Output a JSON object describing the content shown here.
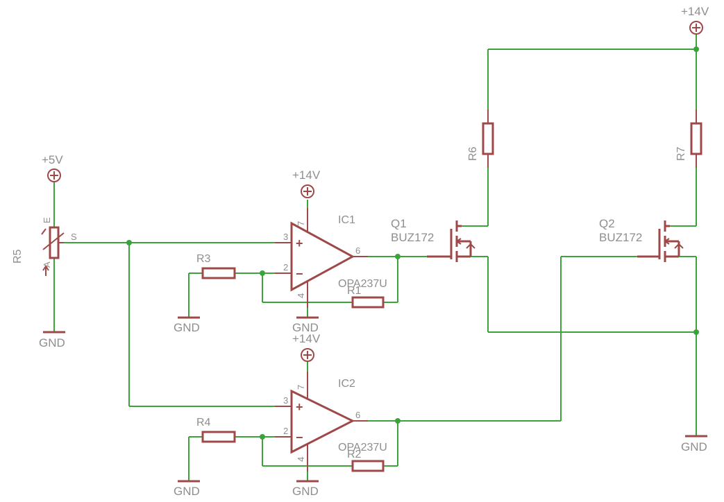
{
  "supplies": {
    "p5v": "+5V",
    "p14v_top": "+14V",
    "p14v_ic1": "+14V",
    "p14v_ic2": "+14V"
  },
  "grounds": {
    "gnd_r5": "GND",
    "gnd_r3": "GND",
    "gnd_ic1": "GND",
    "gnd_r4": "GND",
    "gnd_ic2": "GND",
    "gnd_out": "GND"
  },
  "parts": {
    "r5": {
      "name": "R5",
      "pin_e": "E",
      "pin_a": "A",
      "pin_s": "S"
    },
    "r1": "R1",
    "r2": "R2",
    "r3": "R3",
    "r4": "R4",
    "r6": "R6",
    "r7": "R7",
    "ic1": {
      "name": "IC1",
      "value": "OPA237U",
      "pins": [
        "3",
        "2",
        "6",
        "7",
        "4"
      ],
      "plus": "+",
      "minus": "−"
    },
    "ic2": {
      "name": "IC2",
      "value": "OPA237U",
      "pins": [
        "3",
        "2",
        "6",
        "7",
        "4"
      ],
      "plus": "+",
      "minus": "−"
    },
    "q1": {
      "name": "Q1",
      "value": "BUZ172"
    },
    "q2": {
      "name": "Q2",
      "value": "BUZ172"
    }
  }
}
